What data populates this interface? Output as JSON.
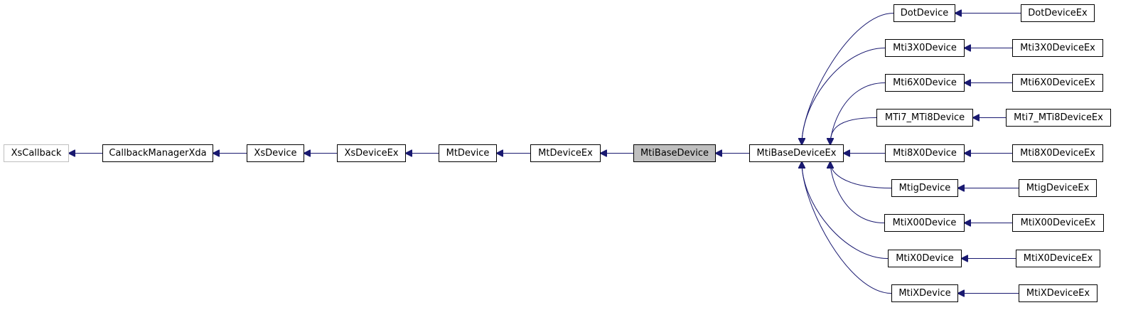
{
  "diagram": {
    "edge_color": "#191970",
    "current_fill": "#bfbfbf",
    "external_border": "#bfbfbf",
    "nodes": [
      {
        "id": "XsCallback",
        "label": "XsCallback",
        "kind": "external"
      },
      {
        "id": "CallbackManagerXda",
        "label": "CallbackManagerXda",
        "kind": "class"
      },
      {
        "id": "XsDevice",
        "label": "XsDevice",
        "kind": "class"
      },
      {
        "id": "XsDeviceEx",
        "label": "XsDeviceEx",
        "kind": "class"
      },
      {
        "id": "MtDevice",
        "label": "MtDevice",
        "kind": "class"
      },
      {
        "id": "MtDeviceEx",
        "label": "MtDeviceEx",
        "kind": "class"
      },
      {
        "id": "MtiBaseDevice",
        "label": "MtiBaseDevice",
        "kind": "current"
      },
      {
        "id": "MtiBaseDeviceEx",
        "label": "MtiBaseDeviceEx",
        "kind": "class"
      },
      {
        "id": "DotDevice",
        "label": "DotDevice",
        "kind": "class"
      },
      {
        "id": "Mti3X0Device",
        "label": "Mti3X0Device",
        "kind": "class"
      },
      {
        "id": "Mti6X0Device",
        "label": "Mti6X0Device",
        "kind": "class"
      },
      {
        "id": "MTi7_MTi8Device",
        "label": "MTi7_MTi8Device",
        "kind": "class"
      },
      {
        "id": "Mti8X0Device",
        "label": "Mti8X0Device",
        "kind": "class"
      },
      {
        "id": "MtigDevice",
        "label": "MtigDevice",
        "kind": "class"
      },
      {
        "id": "MtiX00Device",
        "label": "MtiX00Device",
        "kind": "class"
      },
      {
        "id": "MtiX0Device",
        "label": "MtiX0Device",
        "kind": "class"
      },
      {
        "id": "MtiXDevice",
        "label": "MtiXDevice",
        "kind": "class"
      },
      {
        "id": "DotDeviceEx",
        "label": "DotDeviceEx",
        "kind": "class"
      },
      {
        "id": "Mti3X0DeviceEx",
        "label": "Mti3X0DeviceEx",
        "kind": "class"
      },
      {
        "id": "Mti6X0DeviceEx",
        "label": "Mti6X0DeviceEx",
        "kind": "class"
      },
      {
        "id": "Mti7_MTi8DeviceEx",
        "label": "Mti7_MTi8DeviceEx",
        "kind": "class"
      },
      {
        "id": "Mti8X0DeviceEx",
        "label": "Mti8X0DeviceEx",
        "kind": "class"
      },
      {
        "id": "MtigDeviceEx",
        "label": "MtigDeviceEx",
        "kind": "class"
      },
      {
        "id": "MtiX00DeviceEx",
        "label": "MtiX00DeviceEx",
        "kind": "class"
      },
      {
        "id": "MtiX0DeviceEx",
        "label": "MtiX0DeviceEx",
        "kind": "class"
      },
      {
        "id": "MtiXDeviceEx",
        "label": "MtiXDeviceEx",
        "kind": "class"
      }
    ],
    "edges": [
      {
        "from": "CallbackManagerXda",
        "to": "XsCallback"
      },
      {
        "from": "XsDevice",
        "to": "CallbackManagerXda"
      },
      {
        "from": "XsDeviceEx",
        "to": "XsDevice"
      },
      {
        "from": "MtDevice",
        "to": "XsDeviceEx"
      },
      {
        "from": "MtDeviceEx",
        "to": "MtDevice"
      },
      {
        "from": "MtiBaseDevice",
        "to": "MtDeviceEx"
      },
      {
        "from": "MtiBaseDeviceEx",
        "to": "MtiBaseDevice"
      },
      {
        "from": "DotDevice",
        "to": "MtiBaseDeviceEx"
      },
      {
        "from": "Mti3X0Device",
        "to": "MtiBaseDeviceEx"
      },
      {
        "from": "Mti6X0Device",
        "to": "MtiBaseDeviceEx"
      },
      {
        "from": "MTi7_MTi8Device",
        "to": "MtiBaseDeviceEx"
      },
      {
        "from": "Mti8X0Device",
        "to": "MtiBaseDeviceEx"
      },
      {
        "from": "MtigDevice",
        "to": "MtiBaseDeviceEx"
      },
      {
        "from": "MtiX00Device",
        "to": "MtiBaseDeviceEx"
      },
      {
        "from": "MtiX0Device",
        "to": "MtiBaseDeviceEx"
      },
      {
        "from": "MtiXDevice",
        "to": "MtiBaseDeviceEx"
      },
      {
        "from": "DotDeviceEx",
        "to": "DotDevice"
      },
      {
        "from": "Mti3X0DeviceEx",
        "to": "Mti3X0Device"
      },
      {
        "from": "Mti6X0DeviceEx",
        "to": "Mti6X0Device"
      },
      {
        "from": "Mti7_MTi8DeviceEx",
        "to": "MTi7_MTi8Device"
      },
      {
        "from": "Mti8X0DeviceEx",
        "to": "Mti8X0Device"
      },
      {
        "from": "MtigDeviceEx",
        "to": "MtigDevice"
      },
      {
        "from": "MtiX00DeviceEx",
        "to": "MtiX00Device"
      },
      {
        "from": "MtiX0DeviceEx",
        "to": "MtiX0Device"
      },
      {
        "from": "MtiXDeviceEx",
        "to": "MtiXDevice"
      }
    ]
  }
}
